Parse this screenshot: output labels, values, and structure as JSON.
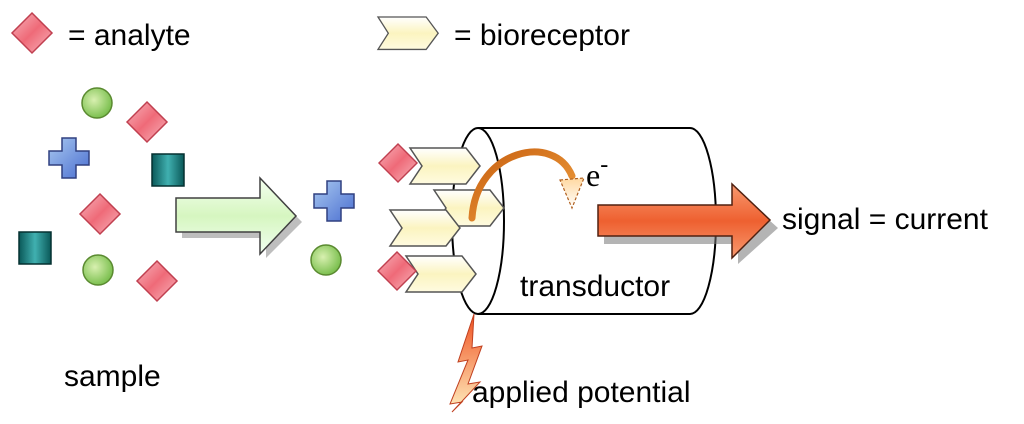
{
  "legend": {
    "analyte_label": "= analyte",
    "bioreceptor_label": "= bioreceptor"
  },
  "labels": {
    "sample": "sample",
    "transductor": "transductor",
    "applied_potential": "applied potential",
    "signal": "signal = current",
    "electron": "e",
    "electron_sup": "-"
  },
  "colors": {
    "analyte": "#f07080",
    "bioreceptor": "#fbf6c8",
    "green_circle": "#8fcf60",
    "blue_cross": "#6f8fd8",
    "teal_square": "#107a7a",
    "input_arrow": "#e0f8c8",
    "signal_arrow": "#f0784a"
  }
}
